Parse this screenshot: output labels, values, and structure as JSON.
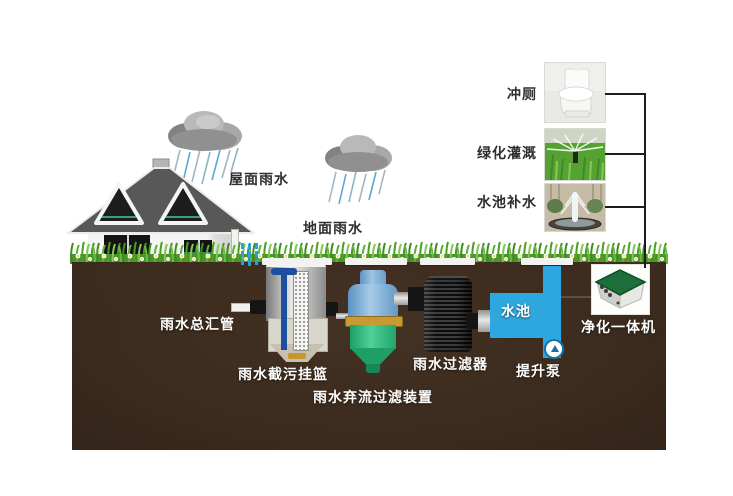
{
  "diagram": {
    "type": "rainwater-harvesting-system",
    "labels": {
      "roof_rain": "屋面雨水",
      "ground_rain": "地面雨水",
      "main_pipe": "雨水总汇管",
      "basket": "雨水截污挂篮",
      "diversion": "雨水弃流过滤装置",
      "filter": "雨水过滤器",
      "pool": "水池",
      "pump": "提升泵",
      "purifier": "净化一体机"
    },
    "uses": [
      {
        "label": "冲厕",
        "image": "toilet"
      },
      {
        "label": "绿化灌溉",
        "image": "sprinkler-irrigation"
      },
      {
        "label": "水池补水",
        "image": "fountain"
      }
    ],
    "colors": {
      "soil": "#3c2c1f",
      "grass": "#58a72f",
      "pool_blue": "#2ea7df",
      "device_blue": "#6397c7",
      "device_green": "#22a56d",
      "gold_ring": "#c79a33",
      "purifier_lid_green": "#1c6f38",
      "roof_gray": "#585858",
      "line_black": "#1c1c1c"
    }
  }
}
